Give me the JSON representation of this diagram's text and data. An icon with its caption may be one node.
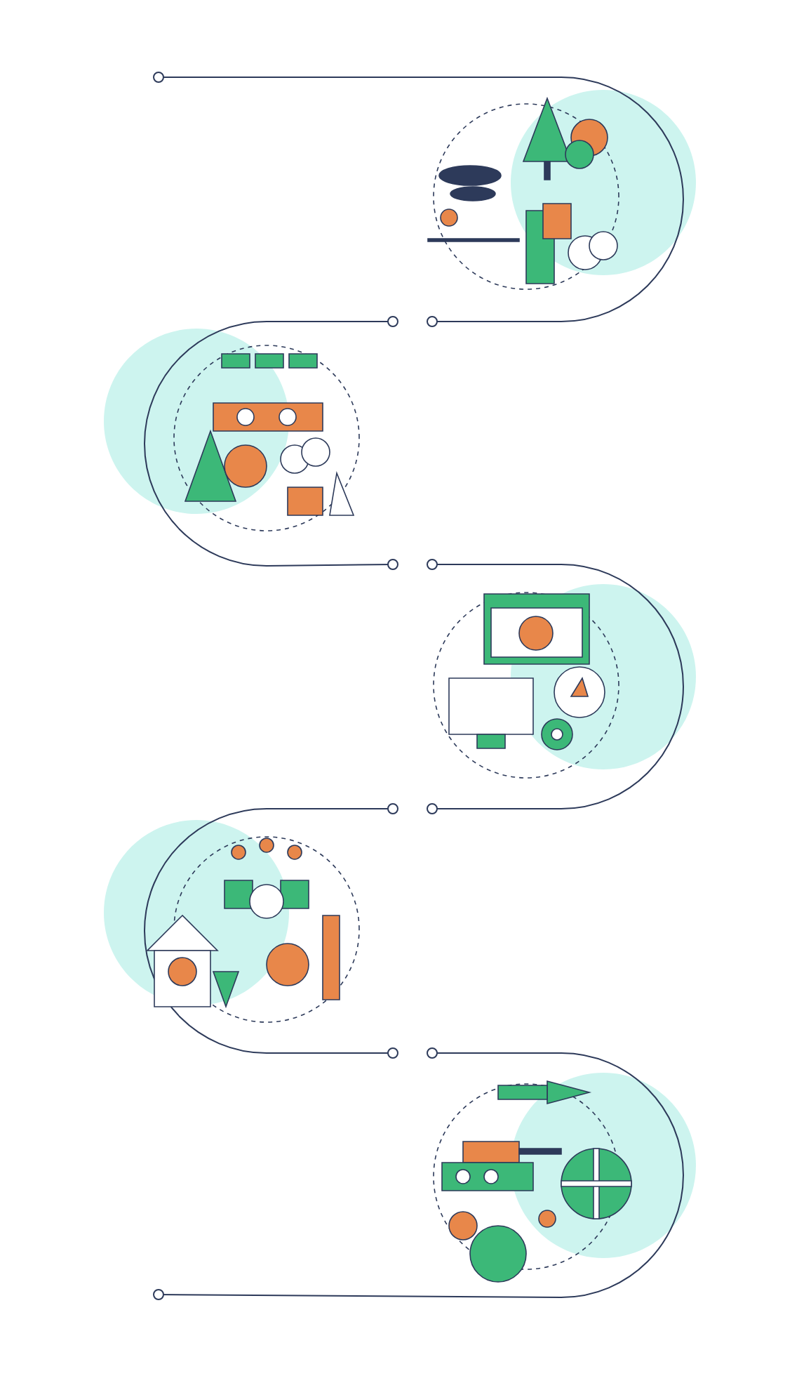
{
  "diagram": {
    "nodes": [
      {
        "text": [],
        "shape": "picture"
      },
      {
        "text": [],
        "shape": "picture"
      },
      {
        "text": [],
        "shape": "picture"
      },
      {
        "text": [],
        "shape": "picture"
      },
      {
        "text": [],
        "shape": "picture"
      }
    ]
  }
}
